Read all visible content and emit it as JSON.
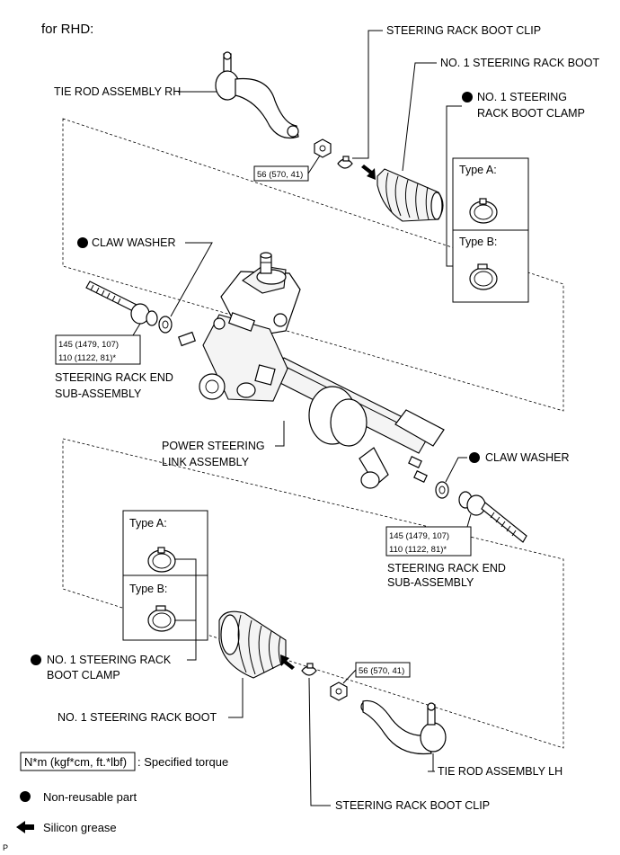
{
  "header": {
    "title": "for RHD:"
  },
  "top": {
    "boot_clip": "STEERING RACK BOOT CLIP",
    "boot": "NO. 1 STEERING RACK BOOT",
    "boot_clamp_line1": "NO. 1 STEERING",
    "boot_clamp_line2": "RACK BOOT CLAMP",
    "type_a": "Type A:",
    "type_b": "Type B:",
    "tie_rod": "TIE ROD ASSEMBLY RH",
    "nut_torque": "56 (570, 41)",
    "claw_washer": "CLAW WASHER",
    "end_torque_1": "145 (1479, 107)",
    "end_torque_2": "110 (1122, 81)*",
    "rack_end_line1": "STEERING RACK END",
    "rack_end_line2": "SUB-ASSEMBLY"
  },
  "center": {
    "power_line1": "POWER STEERING",
    "power_line2": "LINK ASSEMBLY"
  },
  "bottom": {
    "claw_washer": "CLAW WASHER",
    "end_torque_1": "145 (1479, 107)",
    "end_torque_2": "110 (1122, 81)*",
    "rack_end_line1": "STEERING RACK END",
    "rack_end_line2": "SUB-ASSEMBLY",
    "type_a": "Type A:",
    "type_b": "Type B:",
    "boot_clamp_line1": "NO. 1 STEERING RACK",
    "boot_clamp_line2": "BOOT CLAMP",
    "nut_torque": "56 (570, 41)",
    "boot": "NO. 1 STEERING RACK BOOT",
    "tie_rod": "TIE ROD ASSEMBLY LH",
    "boot_clip": "STEERING RACK BOOT CLIP"
  },
  "legend": {
    "torque_box": "N*m (kgf*cm, ft.*lbf)",
    "torque_desc": ": Specified torque",
    "non_reusable": "Non-reusable part",
    "silicon": "Silicon grease"
  },
  "footer": {
    "code": "P"
  }
}
